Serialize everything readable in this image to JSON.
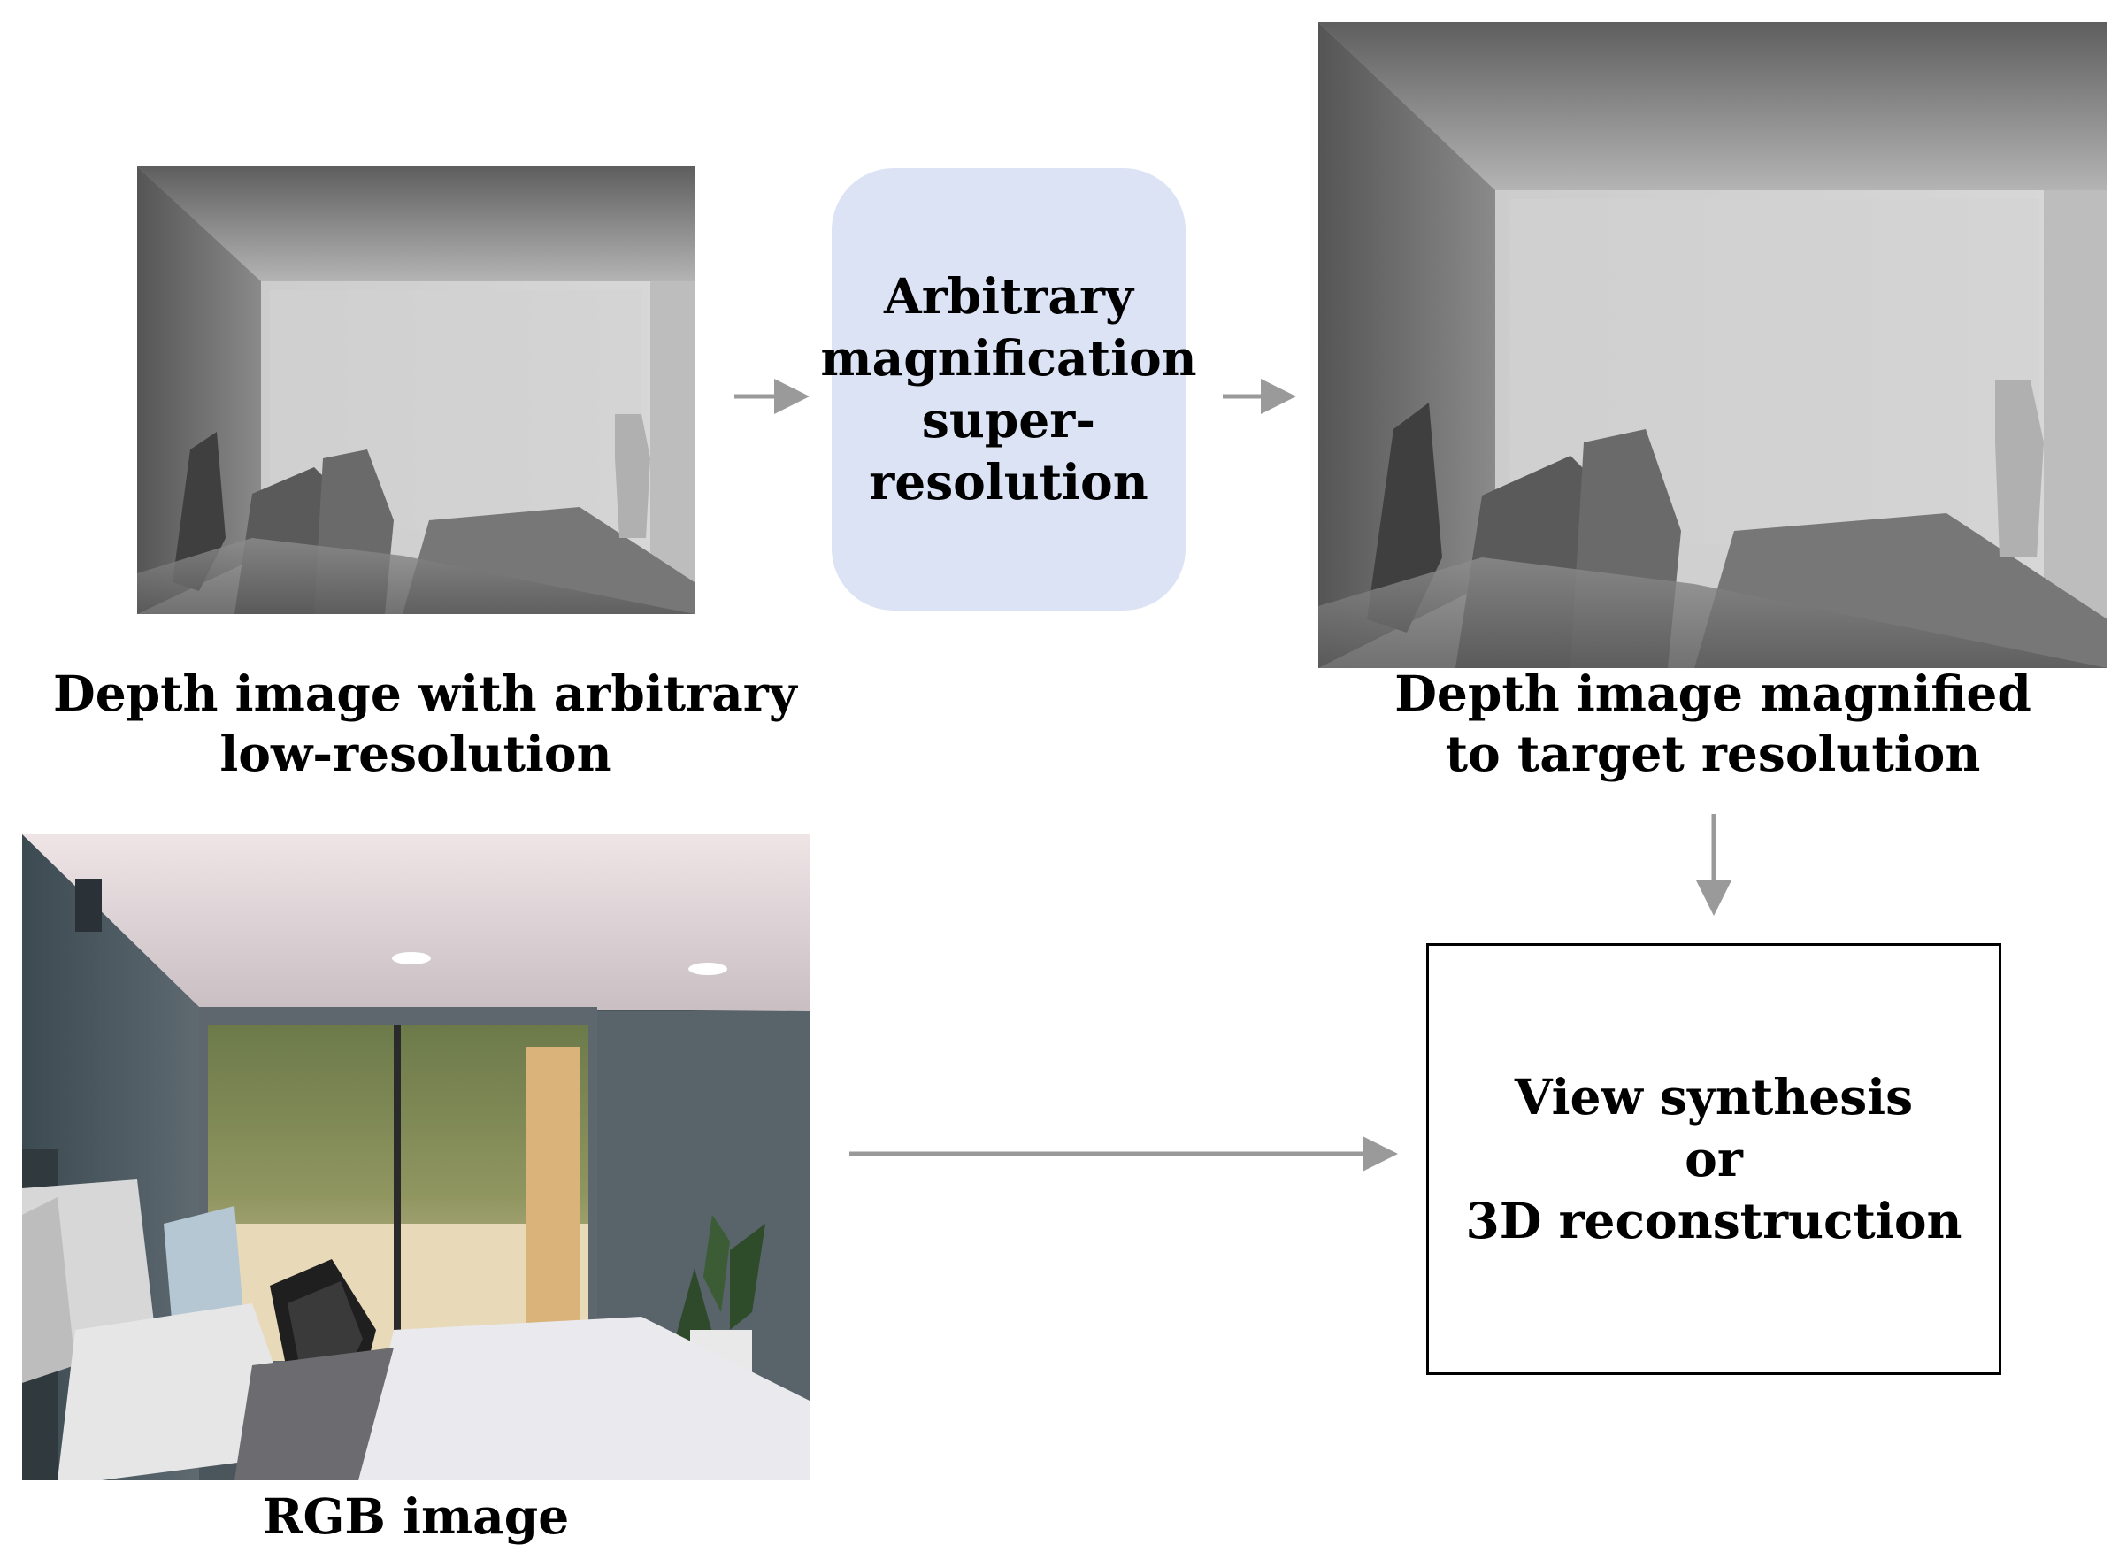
{
  "diagram": {
    "depth_low_caption": [
      "Depth image with arbitrary",
      "low-resolution"
    ],
    "super_resolution_box": [
      "Arbitrary",
      "magnification",
      "super-",
      "resolution"
    ],
    "depth_high_caption": [
      "Depth image magnified",
      "to target resolution"
    ],
    "rgb_caption": "RGB image",
    "output_box": [
      "View synthesis",
      "or",
      "3D reconstruction"
    ]
  },
  "colors": {
    "arrow": "#9a9a9a",
    "sr_box_fill": "#dbe3f4",
    "output_box_border": "#000000"
  }
}
